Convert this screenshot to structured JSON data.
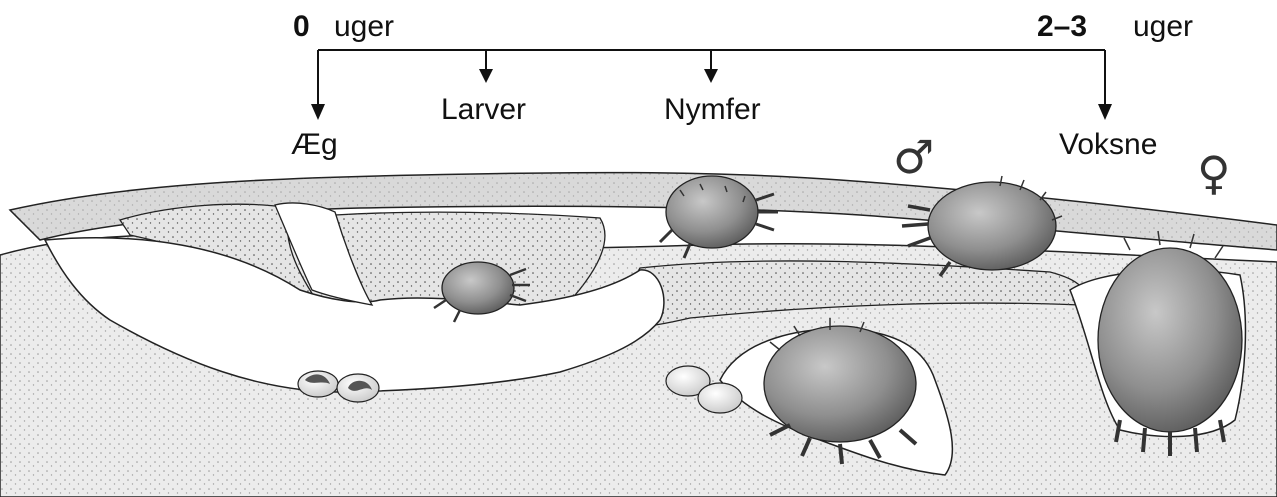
{
  "timeline": {
    "start": {
      "value": "0",
      "unit": "uger"
    },
    "end": {
      "value": "2–3",
      "unit": "uger"
    }
  },
  "stages": [
    {
      "id": "egg",
      "label": "Æg"
    },
    {
      "id": "larvae",
      "label": "Larver"
    },
    {
      "id": "nymphs",
      "label": "Nymfer"
    },
    {
      "id": "adults",
      "label": "Voksne"
    }
  ],
  "symbols": {
    "male": "♂",
    "female": "♀"
  },
  "colors": {
    "line": "#111111",
    "skin_surface": "#d6d6d6",
    "skin_cut": "#e6e6e6",
    "tissue": "#efefef",
    "mite_body": "#9a9a9a",
    "mite_dark": "#555555"
  }
}
